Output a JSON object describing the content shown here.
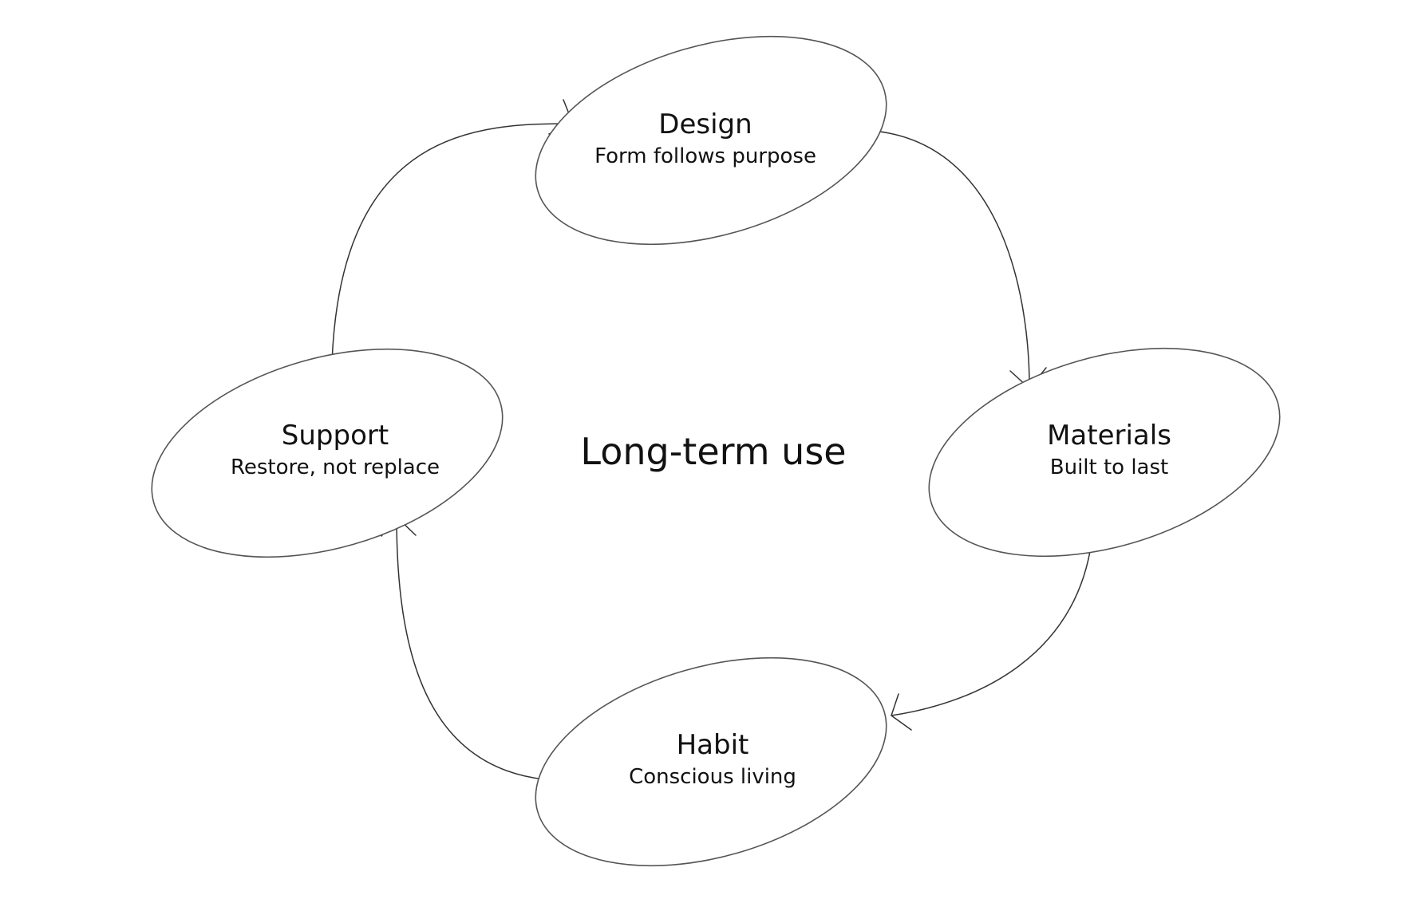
{
  "center": {
    "label": "Long-term use"
  },
  "nodes": {
    "design": {
      "title": "Design",
      "subtitle": "Form follows purpose"
    },
    "materials": {
      "title": "Materials",
      "subtitle": "Built to last"
    },
    "habit": {
      "title": "Habit",
      "subtitle": "Conscious living"
    },
    "support": {
      "title": "Support",
      "subtitle": "Restore, not replace"
    }
  },
  "edges": [
    {
      "from": "design",
      "to": "materials"
    },
    {
      "from": "materials",
      "to": "habit"
    },
    {
      "from": "habit",
      "to": "support"
    },
    {
      "from": "support",
      "to": "design"
    }
  ],
  "colors": {
    "background": "#ffffff",
    "outline": "#555555",
    "text": "#111111"
  }
}
